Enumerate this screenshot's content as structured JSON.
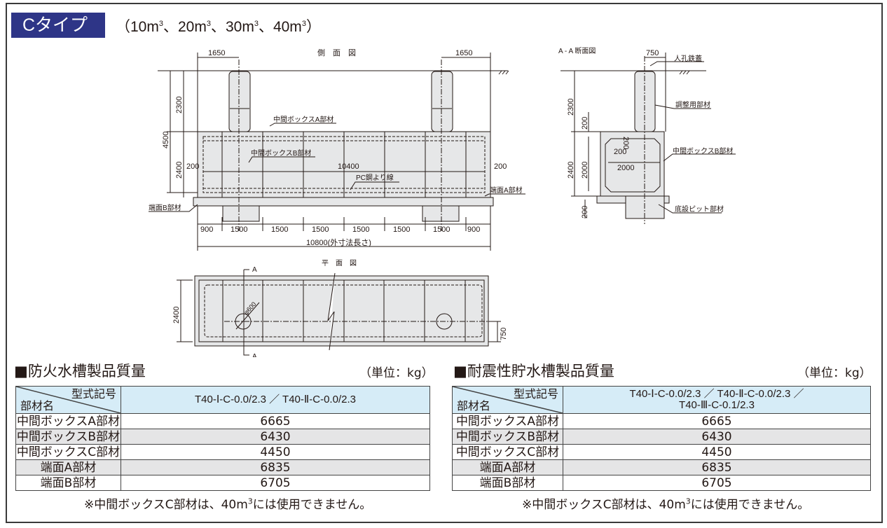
{
  "header": {
    "type_label": "Cタイプ",
    "capacities_prefix": "（",
    "capacities": [
      "10m",
      "20m",
      "30m",
      "40m"
    ],
    "cube": "3",
    "separator": "、",
    "capacities_suffix": "）"
  },
  "side_view": {
    "title": "側　面　図",
    "dim_riser_offset": "1650",
    "dim_riser_offset_right": "1650",
    "dim_riser_height": "2300",
    "dim_total_height": "4500",
    "dim_box_height": "2400",
    "dim_end_left": "200",
    "dim_end_right": "200",
    "dim_inner_length": "10400",
    "label_box_a": "中間ボックスA部材",
    "label_box_b": "中間ボックスB部材",
    "label_pc": "PC鋼より線",
    "label_end_a": "端面A部材",
    "label_end_b": "端面B部材",
    "segments": [
      "900",
      "1500",
      "1500",
      "1500",
      "1500",
      "1500",
      "1500",
      "900"
    ],
    "total_length": "10800(外寸法長さ)"
  },
  "section_view": {
    "title": "A - A 断面図",
    "dim_750": "750",
    "label_cover": "人孔鉄蓋",
    "label_adjust": "調整用部材",
    "label_box_b": "中間ボックスB部材",
    "label_pit": "底設ピット部材",
    "dim_2300": "2300",
    "dim_200_top": "200",
    "dim_2400": "2400",
    "dim_2000_v": "2000",
    "dim_200_bottom": "200",
    "dim_200_chamfer_v": "200",
    "dim_200_chamfer_h": "200",
    "dim_2000_h": "2000"
  },
  "plan_view": {
    "title": "平　面　図",
    "section_mark": "A",
    "dim_width": "2400",
    "dim_750": "750",
    "dim_diameter": "φ600"
  },
  "table_fire": {
    "heading": "■防火水槽製品質量",
    "unit": "（単位：kg）",
    "corner_top": "型式記号",
    "corner_bottom": "部材名",
    "model": "T40-Ⅰ-C-0.0/2.3 ／ T40-Ⅱ-C-0.0/2.3",
    "rows": [
      {
        "name": "中間ボックスA部材",
        "value": "6665"
      },
      {
        "name": "中間ボックスB部材",
        "value": "6430"
      },
      {
        "name": "中間ボックスC部材",
        "value": "4450"
      },
      {
        "name": "端面A部材",
        "value": "6835"
      },
      {
        "name": "端面B部材",
        "value": "6705"
      }
    ],
    "note_pre": "※中間ボックスC部材は、40m",
    "note_sup": "3",
    "note_post": "には使用できません。"
  },
  "table_quake": {
    "heading": "■耐震性貯水槽製品質量",
    "unit": "（単位：kg）",
    "corner_top": "型式記号",
    "corner_bottom": "部材名",
    "model_line1": "T40-Ⅰ-C-0.0/2.3 ／ T40-Ⅱ-C-0.0/2.3 ／",
    "model_line2": "T40-Ⅲ-C-0.1/2.3",
    "rows": [
      {
        "name": "中間ボックスA部材",
        "value": "6665"
      },
      {
        "name": "中間ボックスB部材",
        "value": "6430"
      },
      {
        "name": "中間ボックスC部材",
        "value": "4450"
      },
      {
        "name": "端面A部材",
        "value": "6835"
      },
      {
        "name": "端面B部材",
        "value": "6705"
      }
    ],
    "note_pre": "※中間ボックスC部材は、40m",
    "note_sup": "3",
    "note_post": "には使用できません。"
  },
  "colors": {
    "badge": "#2e3587",
    "header_cell": "#d6ecf7",
    "alt_row": "#e5e5e6",
    "concrete": "#e6e7e8"
  }
}
